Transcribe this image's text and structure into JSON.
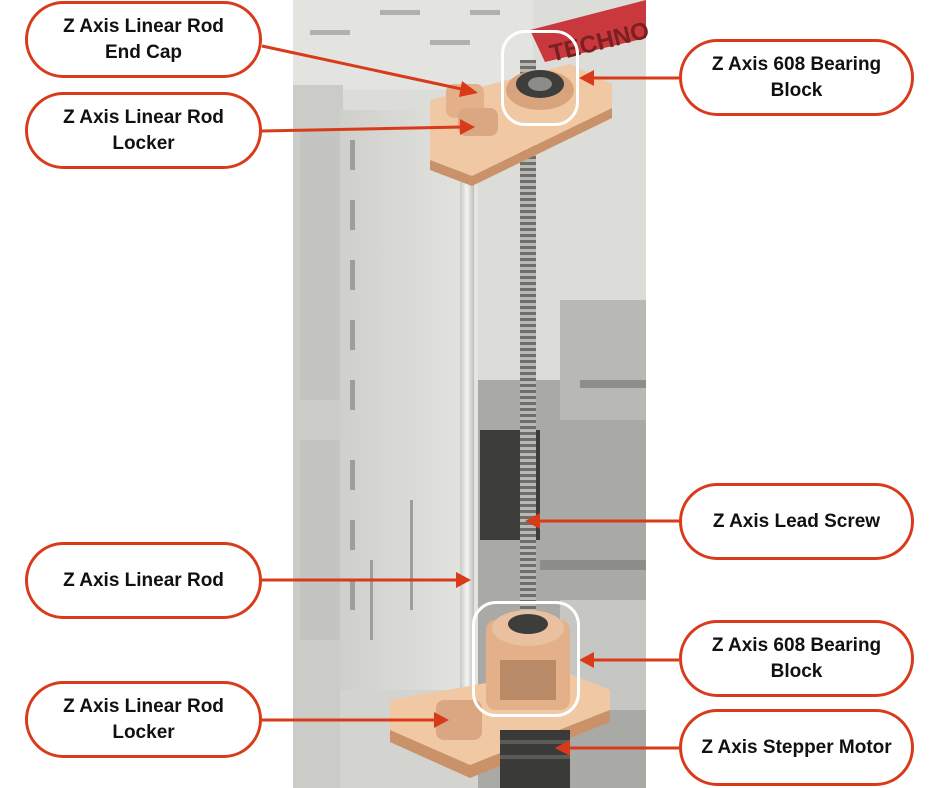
{
  "colors": {
    "accent": "#d93a1a",
    "callout_border": "#d93a1a",
    "callout_text": "#111111",
    "frame": "#d9d9d6",
    "printed_part": "#e7b892",
    "highlight": "#ffffff"
  },
  "labels": {
    "rod_end_cap": "Z Axis Linear Rod End Cap",
    "rod_locker_top": "Z Axis Linear Rod Locker",
    "bearing_block_top": "Z Axis 608 Bearing Block",
    "lead_screw": "Z Axis Lead Screw",
    "linear_rod": "Z Axis Linear Rod",
    "bearing_block_bottom": "Z Axis 608 Bearing Block",
    "rod_locker_bottom": "Z Axis Linear Rod Locker",
    "stepper_motor": "Z Axis Stepper Motor"
  },
  "brand_partial": "TECHNO"
}
